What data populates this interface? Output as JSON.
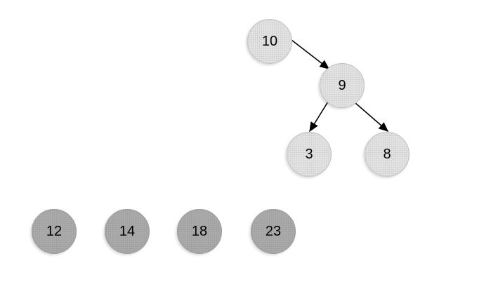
{
  "canvas": {
    "background": "#ffffff"
  },
  "tree": {
    "nodes": [
      {
        "label": "10"
      },
      {
        "label": "9"
      },
      {
        "label": "3"
      },
      {
        "label": "8"
      }
    ],
    "edges": [
      {
        "from": "10",
        "to": "9"
      },
      {
        "from": "9",
        "to": "3"
      },
      {
        "from": "9",
        "to": "8"
      }
    ]
  },
  "list_row": {
    "nodes": [
      {
        "label": "12"
      },
      {
        "label": "14"
      },
      {
        "label": "18"
      },
      {
        "label": "23"
      }
    ]
  },
  "colors": {
    "tree_node_fill": "#e3e3e3",
    "tree_node_dot": "#d1d1d1",
    "tree_node_border": "#c3c3c3",
    "list_node_fill": "#acacac",
    "list_node_dot": "#9c9c9c",
    "list_node_border": "#9b9b9b",
    "arrow": "#000000",
    "text": "#000000"
  }
}
